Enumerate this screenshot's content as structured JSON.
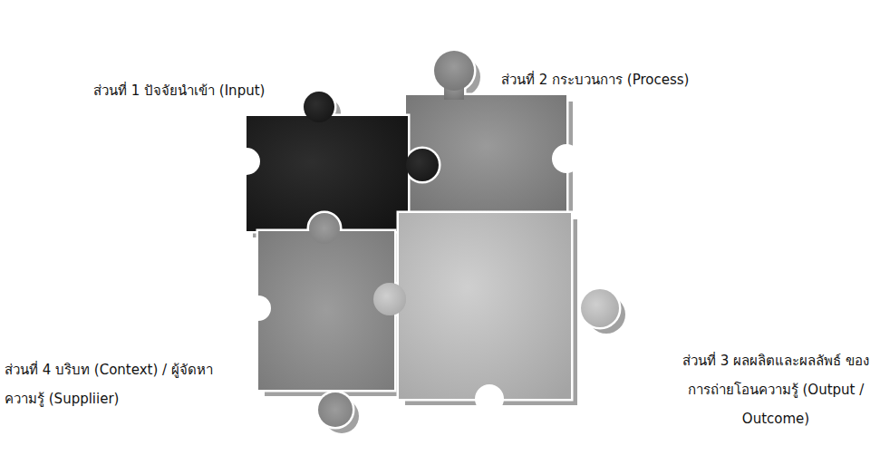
{
  "diagram": {
    "labels": [
      "ส่วนที่ 1 ปัจจัยนำเข้า (Input)",
      "ส่วนที่ 2 กระบวนการ (Process)",
      "ส่วนที่ 3 ผลผลิตและผลลัพธ์ ของการถ่ายโอนความรู้ (Output / Outcome)",
      "ส่วนที่ 4 บริบท (Context) / ผู้จัดหาความรู้ (Suppliier)"
    ]
  }
}
